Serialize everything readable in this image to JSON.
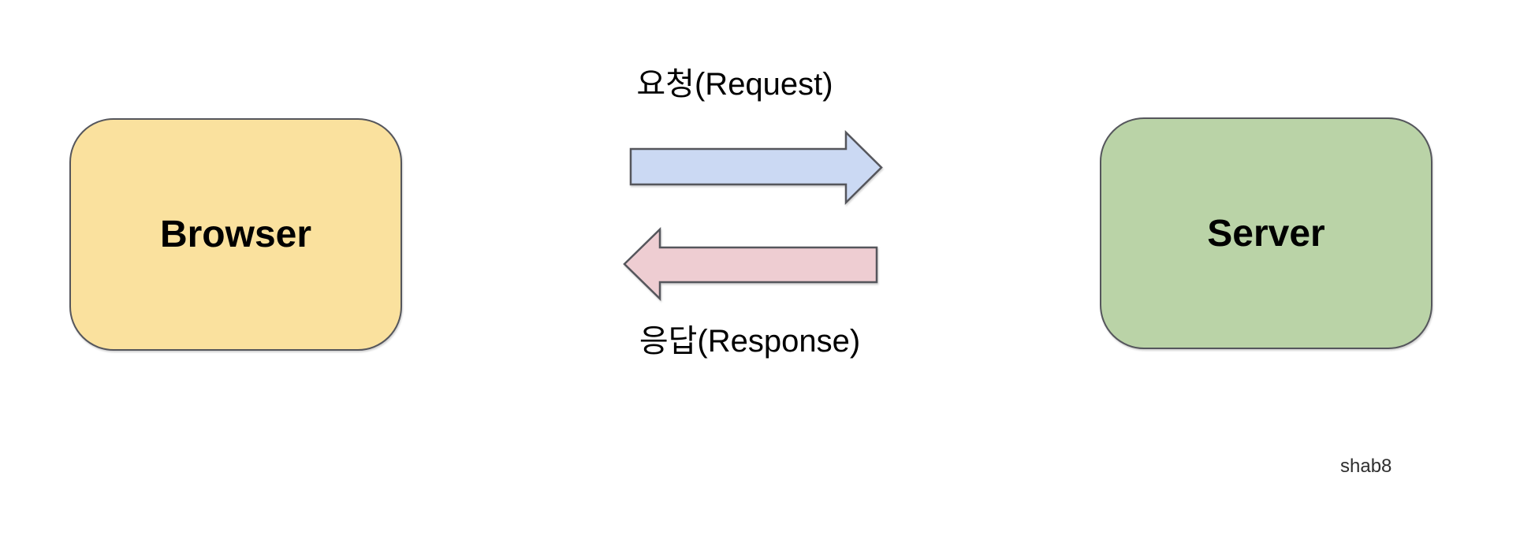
{
  "colors": {
    "background": "#ffffff",
    "browser-fill": "#fae19e",
    "server-fill": "#bad3a7",
    "request-arrow-fill": "#cbd9f3",
    "response-arrow-fill": "#eecdd2",
    "shape-border": "#55565c",
    "text": "#000000",
    "watermark-color": "#2f2f2f"
  },
  "nodes": {
    "browser": {
      "label": "Browser"
    },
    "server": {
      "label": "Server"
    }
  },
  "arrows": {
    "request": {
      "label": "요청(Request)",
      "direction": "left-to-right"
    },
    "response": {
      "label": "응답(Response)",
      "direction": "right-to-left"
    }
  },
  "watermark": "shab8"
}
